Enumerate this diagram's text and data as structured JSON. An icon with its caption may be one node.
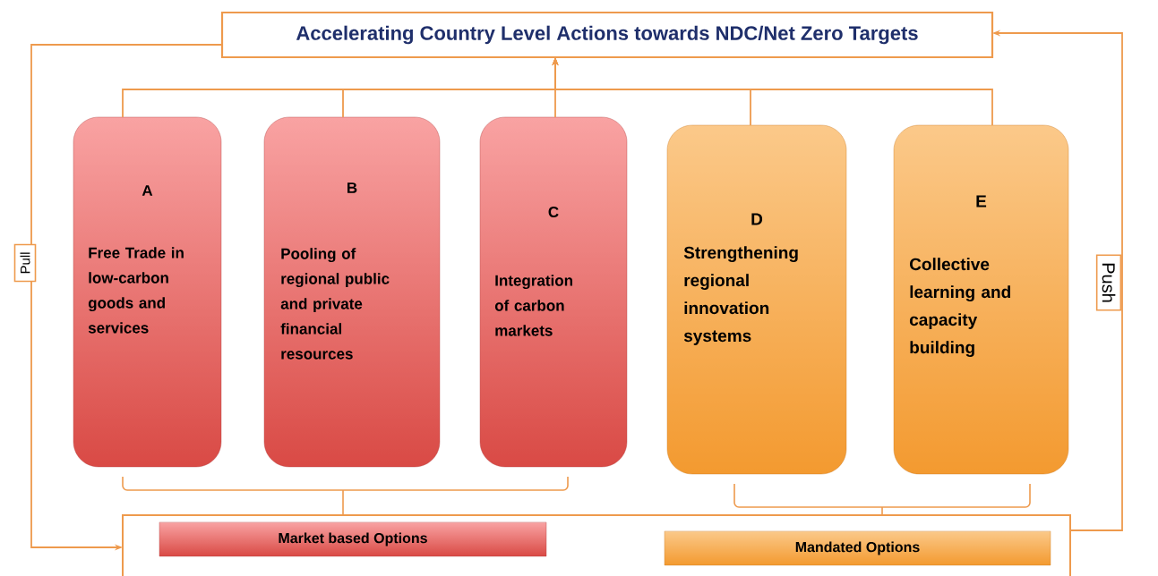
{
  "diagram": {
    "nodes": [
      {
        "text": [
          "Accelerating Country Level Actions towards  NDC/Net Zero  Targets"
        ]
      },
      {
        "text": [
          "A",
          "Free Trade in low-carbon goods and services"
        ]
      },
      {
        "text": [
          "B",
          "Pooling of regional public and private financial resources"
        ]
      },
      {
        "text": [
          "C",
          "Integration of carbon markets"
        ]
      },
      {
        "text": [
          "D",
          "Strengthening regional innovation systems"
        ]
      },
      {
        "text": [
          "E",
          "Collective learning and capacity building"
        ]
      },
      {
        "text": [],
        "shape": "box"
      },
      {
        "text": [
          "Market based Options"
        ],
        "in": 6
      },
      {
        "text": [
          "Mandated Options"
        ],
        "in": 6
      }
    ],
    "edges": [
      {
        "from": 1,
        "to": 0,
        "arrow": "to"
      },
      {
        "from": 2,
        "to": 0,
        "arrow": "to"
      },
      {
        "from": 3,
        "to": 0,
        "arrow": "to"
      },
      {
        "from": 4,
        "to": 0,
        "arrow": "to"
      },
      {
        "from": 5,
        "to": 0,
        "arrow": "to"
      },
      {
        "from": 0,
        "to": 6,
        "arrow": "to",
        "label": "Pull"
      },
      {
        "from": 6,
        "to": 0,
        "arrow": "to",
        "label": "Push"
      }
    ]
  }
}
